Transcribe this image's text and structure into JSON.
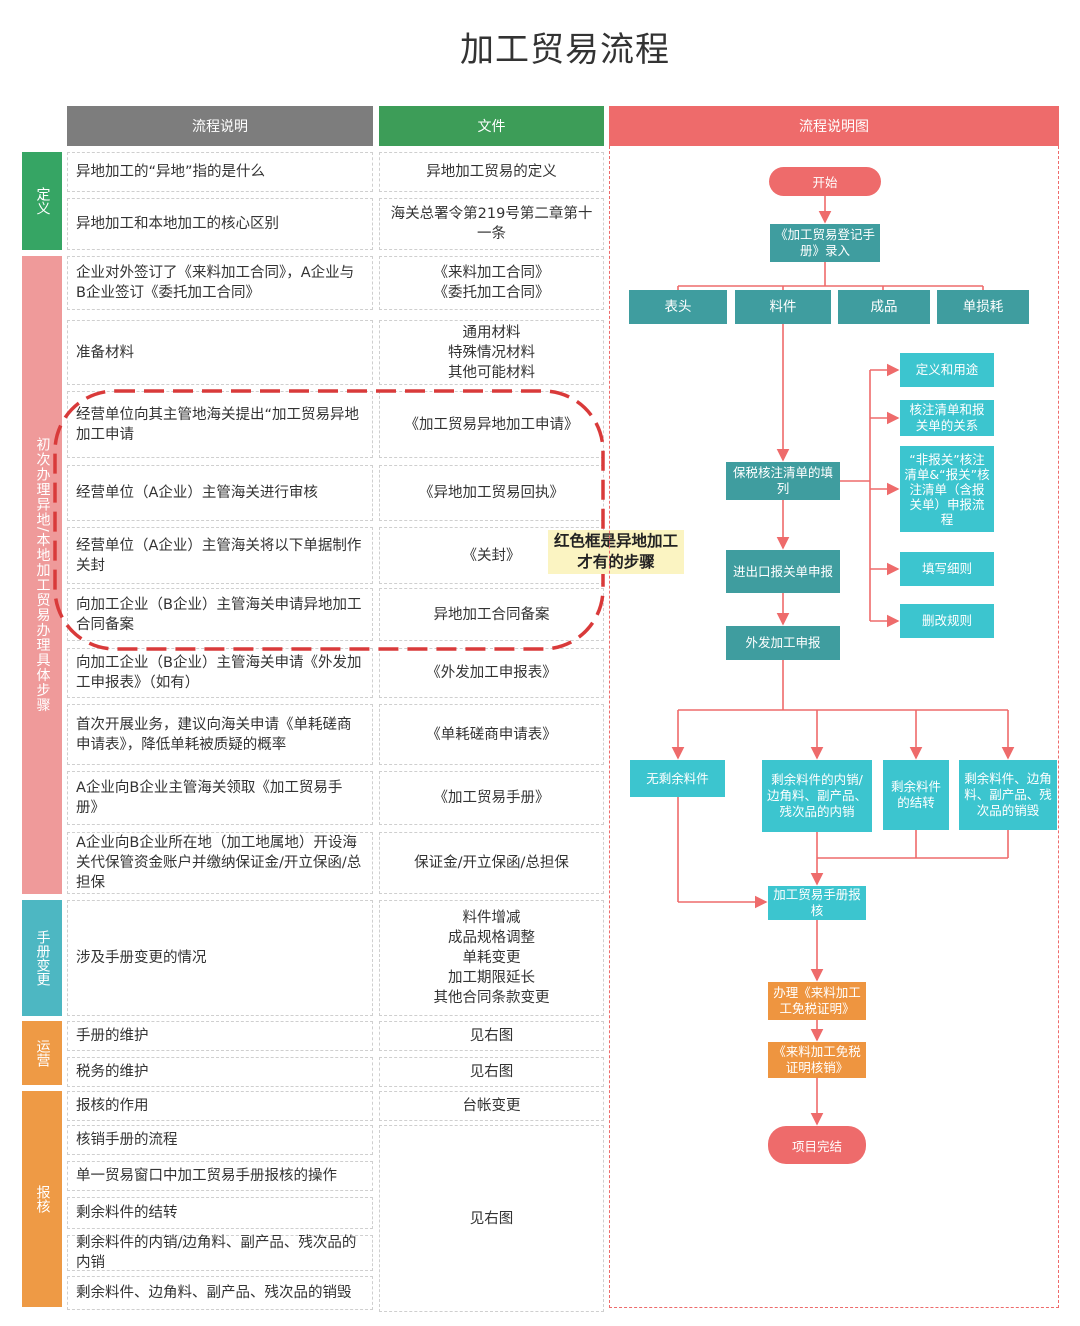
{
  "title": "加工贸易流程",
  "headers": {
    "desc": "流程说明",
    "file": "文件",
    "chart": "流程说明图"
  },
  "categories": [
    {
      "label": "定义",
      "color": "#36a564"
    },
    {
      "label": "初次办理异地/本地加工贸易办理具体步骤",
      "color": "#ef9a9a"
    },
    {
      "label": "手册变更",
      "color": "#4db7c2"
    },
    {
      "label": "运营",
      "color": "#ee9a45"
    },
    {
      "label": "报核",
      "color": "#ee9a45"
    }
  ],
  "rows": [
    {
      "desc": "异地加工的“异地”指的是什么",
      "file": "异地加工贸易的定义"
    },
    {
      "desc": "异地加工和本地加工的核心区别",
      "file": "海关总署令第219号第二章第十一条"
    },
    {
      "desc": "企业对外签订了《来料加工合同》，A企业与B企业签订《委托加工合同》",
      "file": "《来料加工合同》\n《委托加工合同》"
    },
    {
      "desc": "准备材料",
      "file": "通用材料\n特殊情况材料\n其他可能材料"
    },
    {
      "desc": "经营单位向其主管地海关提出“加工贸易异地加工申请",
      "file": "《加工贸易异地加工申请》"
    },
    {
      "desc": "经营单位（A企业）主管海关进行审核",
      "file": "《异地加工贸易回执》"
    },
    {
      "desc": "经营单位（A企业）主管海关将以下单据制作关封",
      "file": "《关封》"
    },
    {
      "desc": "向加工企业（B企业）主管海关申请异地加工合同备案",
      "file": "异地加工合同备案"
    },
    {
      "desc": "向加工企业（B企业）主管海关申请《外发加工申报表》（如有）",
      "file": "《外发加工申报表》"
    },
    {
      "desc": "首次开展业务，建议向海关申请《单耗磋商申请表》，降低单耗被质疑的概率",
      "file": "《单耗磋商申请表》"
    },
    {
      "desc": "A企业向B企业主管海关领取《加工贸易手册》",
      "file": "《加工贸易手册》"
    },
    {
      "desc": "A企业向B企业所在地（加工地属地）开设海关代保管资金账户并缴纳保证金/开立保函/总担保",
      "file": "保证金/开立保函/总担保"
    },
    {
      "desc": "涉及手册变更的情况",
      "file": "料件增减\n成品规格调整\n单耗变更\n加工期限延长\n其他合同条款变更"
    },
    {
      "desc": "手册的维护",
      "file": "见右图"
    },
    {
      "desc": "税务的维护",
      "file": "见右图"
    },
    {
      "desc": "报核的作用",
      "file": "台帐变更"
    },
    {
      "desc": "核销手册的流程",
      "file": ""
    },
    {
      "desc": "单一贸易窗口中加工贸易手册报核的操作",
      "file": ""
    },
    {
      "desc": "剩余料件的结转",
      "file": ""
    },
    {
      "desc": "剩余料件的内销/边角料、副产品、残次品的内销",
      "file": ""
    },
    {
      "desc": "剩余料件、边角料、副产品、残次品的销毁",
      "file": ""
    }
  ],
  "merged_file": "见右图",
  "note": "红色框是异地加工才有的步骤",
  "flow": {
    "start": "开始",
    "entry": "《加工贸易登记手册》录入",
    "sections": [
      "表头",
      "料件",
      "成品",
      "单损耗"
    ],
    "bonded": "保税核注清单的填列",
    "declare": "进出口报关单申报",
    "outsource": "外发加工申报",
    "branches": [
      "定义和用途",
      "核注清单和报关单的关系",
      "“非报关”核注清单&“报关”核注清单（含报关单）申报流程",
      "填写细则",
      "删改规则"
    ],
    "outcomes": [
      "无剩余料件",
      "剩余料件的内销/边角料、副产品、残次品的内销",
      "剩余料件的结转",
      "剩余料件、边角料、副产品、残次品的销毁"
    ],
    "verify": "加工贸易手册报核",
    "tax_cert": "办理《来料加工工免税证明》",
    "tax_verify": "《来料加工免税证明核销》",
    "end": "项目完结"
  },
  "colors": {
    "header_gray": "#7d7d7d",
    "header_green": "#3d9d58",
    "header_red": "#ee6b6b",
    "teal": "#3f9d9f",
    "cyan": "#3cc5cf",
    "orange": "#ee9540",
    "arrow": "#ee6b6b"
  }
}
